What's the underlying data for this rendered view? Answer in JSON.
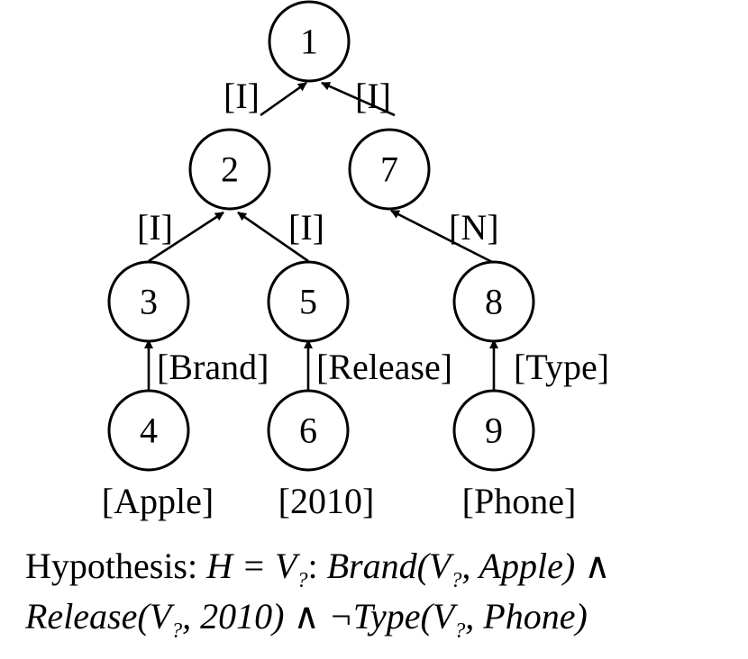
{
  "nodes": {
    "n1": "1",
    "n2": "2",
    "n3": "3",
    "n4": "4",
    "n5": "5",
    "n6": "6",
    "n7": "7",
    "n8": "8",
    "n9": "9"
  },
  "edges": {
    "e2_1": "[I]",
    "e7_1": "[I]",
    "e3_2": "[I]",
    "e5_2": "[I]",
    "e8_7": "[N]",
    "e4_3": "[Brand]",
    "e6_5": "[Release]",
    "e9_8": "[Type]"
  },
  "leaves": {
    "l4": "[Apple]",
    "l6": "[2010]",
    "l9": "[Phone]"
  },
  "hypothesis": {
    "prefix": "Hypothesis: ",
    "line1_math": "H = V",
    "sub": "?",
    "colon": ": ",
    "brand": "Brand(V",
    "apple": ", Apple) ∧",
    "release": "Release(V",
    "year": ", 2010) ∧ ¬",
    "type": "Type(V",
    "phone": ", Phone)"
  },
  "colors": {
    "stroke": "#000000",
    "background": "#ffffff"
  }
}
